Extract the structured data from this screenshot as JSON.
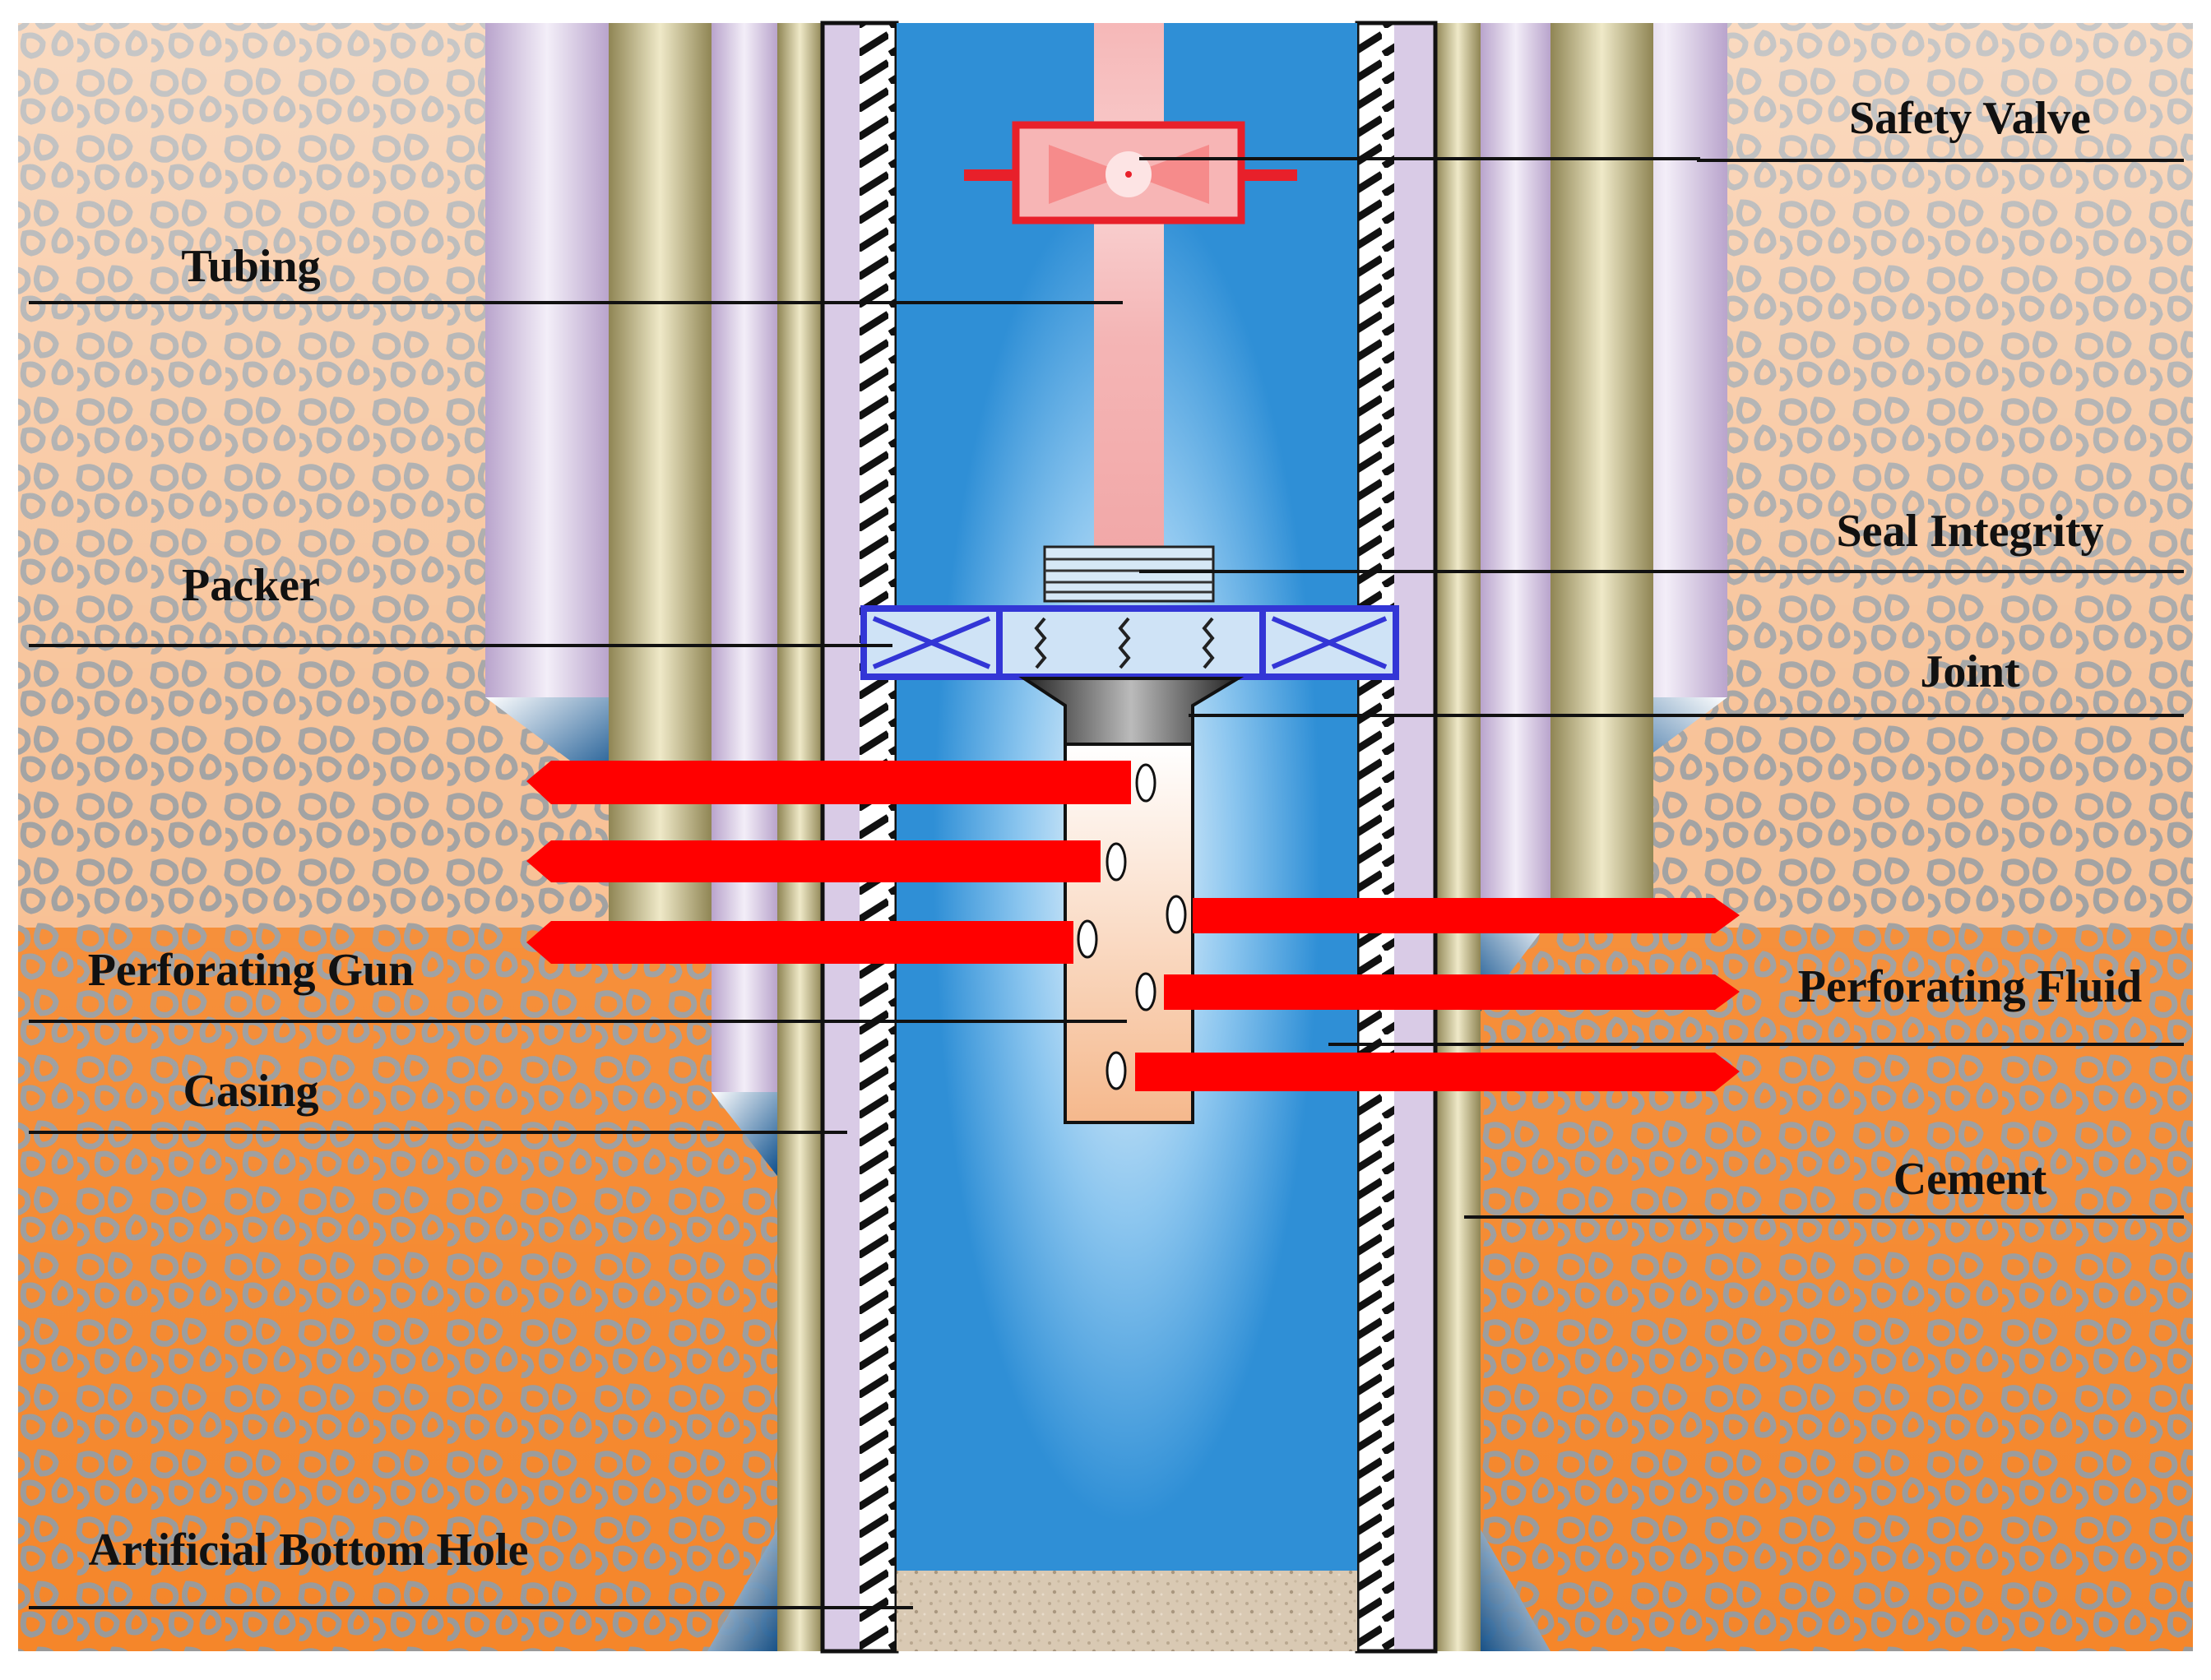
{
  "labels": {
    "safety_valve": "Safety Valve",
    "tubing": "Tubing",
    "seal_integrity": "Seal Integrity",
    "packer": "Packer",
    "joint": "Joint",
    "perforating_gun": "Perforating Gun",
    "perforating_fluid": "Perforating Fluid",
    "casing": "Casing",
    "cement": "Cement",
    "artificial_bottom_hole": "Artificial Bottom Hole"
  },
  "icons": {
    "safety_valve": "bowtie-valve-icon",
    "packer": "crossed-box-packer-icon",
    "perforating_gun": "perforated-cylinder-icon"
  },
  "colors": {
    "formation": "#f58a2c",
    "formation_pattern": "#9a9a9a",
    "wellbore_fluid": "#2f8fd6",
    "casing_wall": "#c4b2d6",
    "cement_column": "#a59b6a",
    "perforation_jet": "#ff0000",
    "valve": "#e8202a",
    "packer": "#3336d6",
    "bottom_hole": "#d8c8b2"
  }
}
